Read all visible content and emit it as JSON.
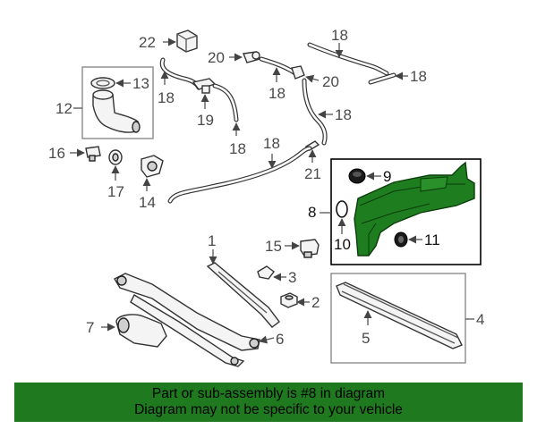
{
  "diagram": {
    "callouts": {
      "c1": "1",
      "c2": "2",
      "c3": "3",
      "c4": "4",
      "c5": "5",
      "c6": "6",
      "c7": "7",
      "c8": "8",
      "c9": "9",
      "c10": "10",
      "c11": "11",
      "c12": "12",
      "c13": "13",
      "c14": "14",
      "c15": "15",
      "c16": "16",
      "c17": "17",
      "c18a": "18",
      "c18b": "18",
      "c18c": "18",
      "c18d": "18",
      "c18e": "18",
      "c18f": "18",
      "c18g": "18",
      "c19": "19",
      "c20a": "20",
      "c20b": "20",
      "c21": "21",
      "c22": "22"
    }
  },
  "banner": {
    "line1": "Part or sub-assembly is #8 in diagram",
    "line2": "Diagram may not be specific to your vehicle"
  },
  "colors": {
    "banner_bg": "#1f7a1f",
    "reservoir": "#1e7d1e"
  }
}
